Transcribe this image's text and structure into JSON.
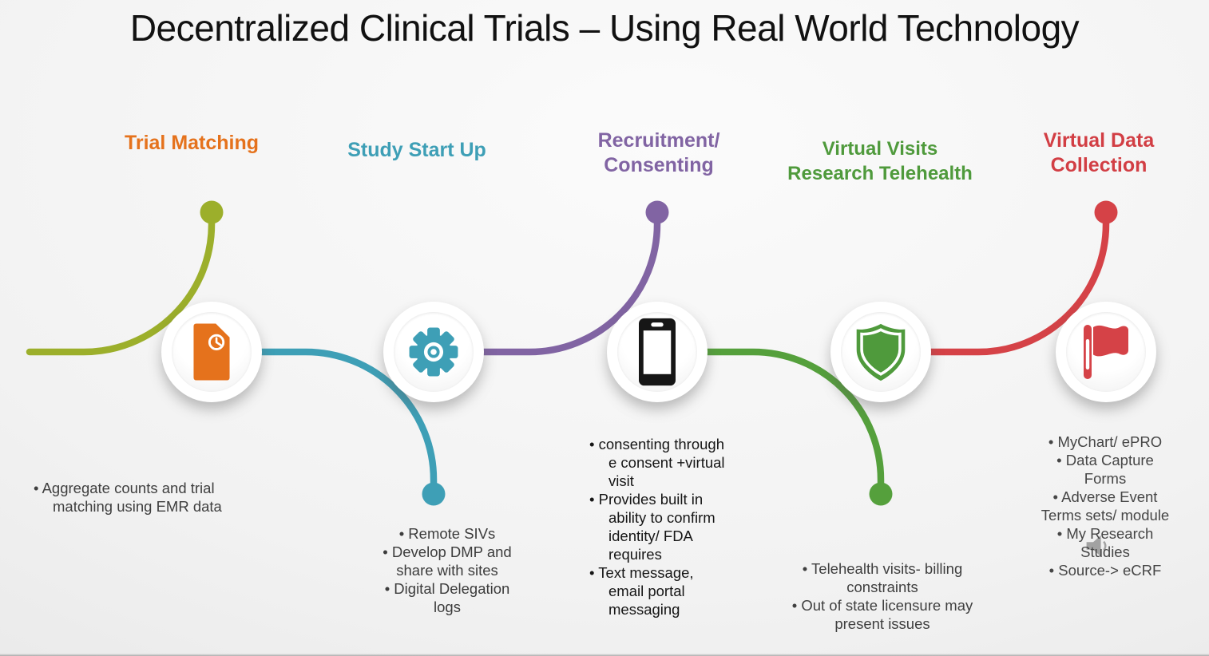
{
  "slide": {
    "title": "Decentralized Clinical Trials – Using Real World Technology"
  },
  "steps": [
    {
      "name": "trial-matching",
      "header": "Trial Matching",
      "header_color": "#E5721C",
      "line_color": "#9CAF2B",
      "icon": "document-clock-icon",
      "icon_color": "#E5721C",
      "text_color": "#3F3F3F",
      "lines": [
        "•  Aggregate counts and trial",
        "matching using EMR data"
      ]
    },
    {
      "name": "study-start-up",
      "header": "Study Start Up",
      "header_color": "#3E9FB6",
      "line_color": "#3E9FB6",
      "icon": "gear-icon",
      "icon_color": "#3E9FB6",
      "text_color": "#3C3C3C",
      "lines": [
        "•  Remote SIVs",
        "•  Develop DMP and",
        "share with sites",
        "•  Digital Delegation",
        "logs"
      ]
    },
    {
      "name": "recruitment-consenting",
      "header": "Recruitment/\nConsenting",
      "header_color": "#8164A3",
      "line_color": "#8164A3",
      "icon": "smartphone-icon",
      "icon_color": "#161616",
      "text_color": "#161616",
      "lines": [
        "•  consenting through",
        "e consent +virtual",
        "visit",
        "•  Provides built in",
        "ability to confirm",
        "identity/ FDA",
        "requires",
        "•  Text message,",
        "email portal",
        "messaging"
      ]
    },
    {
      "name": "virtual-visits-research-telehealth",
      "header": "Virtual Visits\nResearch Telehealth",
      "header_color": "#4F9A3C",
      "line_color": "#55A03C",
      "icon": "shield-icon",
      "icon_color": "#4F9A3C",
      "text_color": "#3F3F3F",
      "lines": [
        "•  Telehealth visits- billing",
        "constraints",
        "•  Out of state licensure may",
        "present issues"
      ]
    },
    {
      "name": "virtual-data-collection",
      "header": "Virtual Data\nCollection",
      "header_color": "#D23E44",
      "line_color": "#D54247",
      "icon": "flag-icon",
      "icon_color": "#D54247",
      "text_color": "#464646",
      "lines": [
        "•  MyChart/ ePRO",
        "•  Data Capture",
        "Forms",
        "•  Adverse Event",
        "Terms sets/ module",
        "•  My Research",
        "Studies",
        "•  Source-> eCRF"
      ]
    }
  ],
  "misc": {
    "audio_icon": "speaker-icon",
    "audio_icon_color": "#8F8F8F"
  }
}
